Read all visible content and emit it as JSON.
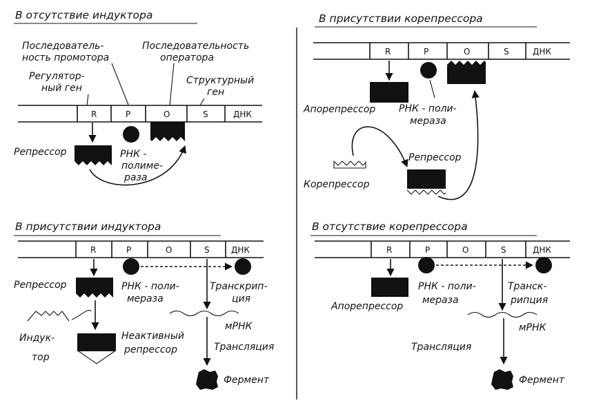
{
  "panels": {
    "top_left": {
      "title": "В отсутствие индуктора",
      "label_promoter": [
        "Последователь-",
        "ность промотора"
      ],
      "label_operator": [
        "Последовательность",
        "оператора"
      ],
      "label_regulatory": [
        "Регулятор-",
        "ный ген"
      ],
      "label_structural": [
        "Структурный",
        "ген"
      ],
      "cells": [
        "R",
        "P",
        "O",
        "S",
        "ДНК"
      ],
      "repressor": "Репрессор",
      "polymerase": [
        "РНК -",
        "полиме-",
        "раза"
      ]
    },
    "top_right": {
      "title": "В присутствии корепрессора",
      "cells": [
        "R",
        "P",
        "O",
        "S",
        "ДНК"
      ],
      "aporepressor": "Апорепрессор",
      "polymerase": [
        "РНК - поли-",
        "мераза"
      ],
      "repressor": "Репрессор",
      "corepressor": "Корепрессор"
    },
    "bottom_left": {
      "title": "В присутствии индуктора",
      "cells": [
        "R",
        "P",
        "O",
        "S",
        "ДНК"
      ],
      "repressor": "Репрессор",
      "polymerase": [
        "РНК - поли-",
        "мераза"
      ],
      "transcription": [
        "Транскрип-",
        "ция"
      ],
      "inducer": [
        "Индук-",
        "тор"
      ],
      "inactive": [
        "Неактивный",
        "репрессор"
      ],
      "mrna": "мРНК",
      "translation": "Трансляция",
      "enzyme": "Фермент"
    },
    "bottom_right": {
      "title": "В отсутствие корепрессора",
      "cells": [
        "R",
        "P",
        "O",
        "S",
        "ДНК"
      ],
      "aporepressor": "Апорепрессор",
      "polymerase": [
        "РНК - поли-",
        "мераза"
      ],
      "transcription": [
        "Транск-",
        "рипция"
      ],
      "mrna": "мРНК",
      "translation": "Трансляция",
      "enzyme": "Фермент"
    }
  }
}
